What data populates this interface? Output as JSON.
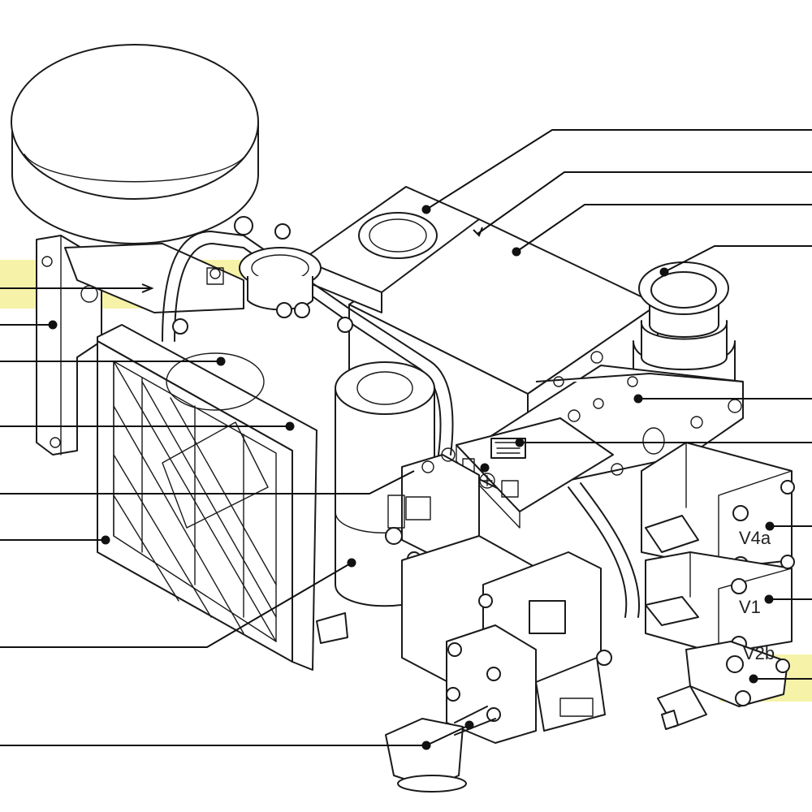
{
  "diagram": {
    "valve_labels": {
      "v4a": "V4a",
      "v1": "V1",
      "v2b": "V2b"
    },
    "highlight_color": "#f6f3a8",
    "line_color": "#111111",
    "background_color": "#ffffff"
  }
}
